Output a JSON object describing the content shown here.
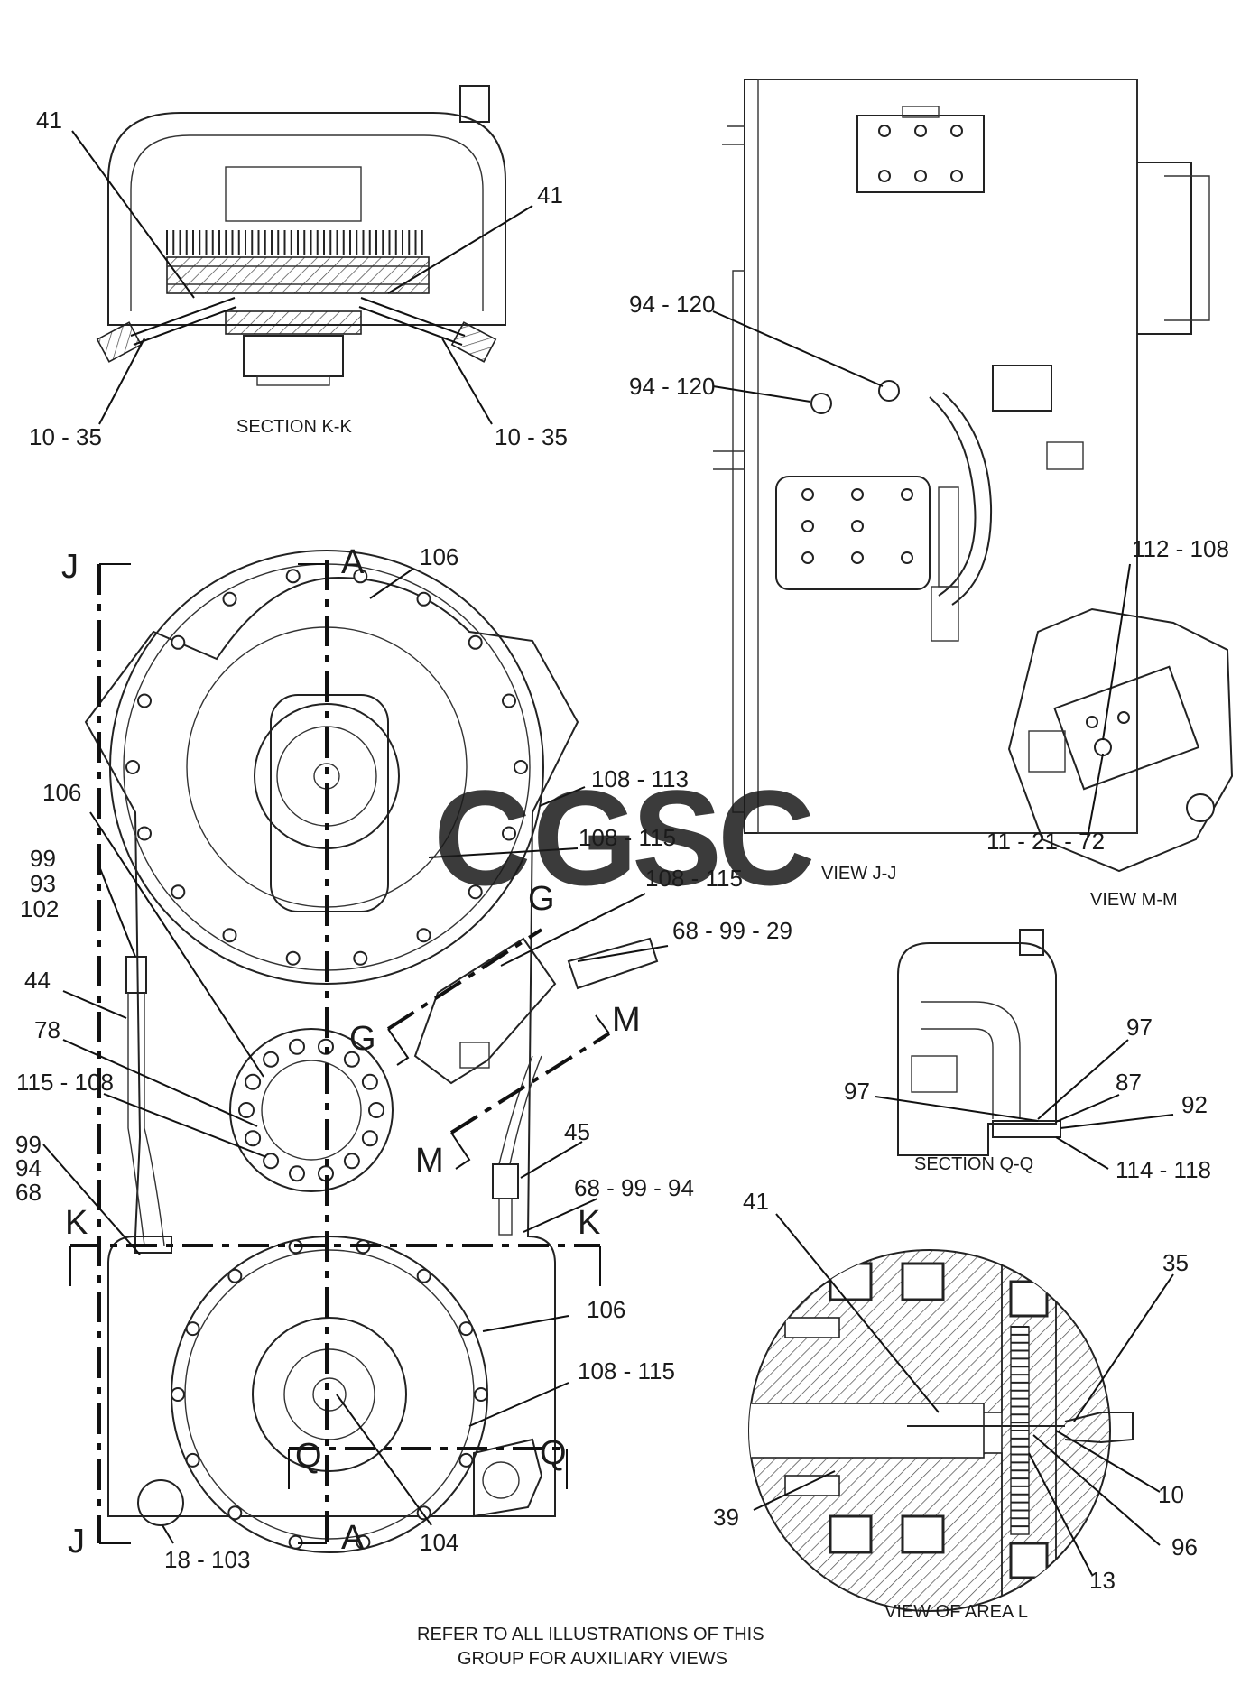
{
  "views": {
    "section_kk": {
      "caption": "SECTION K-K",
      "callouts": [
        "41",
        "41",
        "10 - 35",
        "10 - 35"
      ]
    },
    "view_jj": {
      "caption": "VIEW J-J",
      "callouts": [
        "94 - 120",
        "94 - 120"
      ]
    },
    "view_mm": {
      "caption": "VIEW M-M",
      "callouts": [
        "112 - 108",
        "11 - 21 - 72"
      ]
    },
    "section_qq": {
      "caption": "SECTION Q-Q",
      "callouts": [
        "97",
        "97",
        "87",
        "92",
        "114 - 118"
      ]
    },
    "view_area_l": {
      "caption": "VIEW OF AREA L",
      "callouts": [
        "41",
        "35",
        "10",
        "96",
        "13",
        "39"
      ]
    },
    "main_view": {
      "callouts": [
        "106",
        "108 - 113",
        "106",
        "108 - 115",
        "108 - 115",
        "99",
        "93",
        "102",
        "68 - 99 - 29",
        "44",
        "78",
        "115 - 108",
        "99",
        "94",
        "68",
        "45",
        "68 - 99 - 94",
        "106",
        "108 - 115",
        "18 - 103",
        "104"
      ],
      "section_letters": [
        "J",
        "J",
        "A",
        "A",
        "G",
        "G",
        "M",
        "M",
        "K",
        "K",
        "Q",
        "Q"
      ]
    }
  },
  "watermark": {
    "letters": [
      "C",
      "G",
      "S",
      "C"
    ],
    "colors": [
      "#4f8df0",
      "#ef6f6c",
      "#f5c94b",
      "#3aad78"
    ]
  },
  "footer_note": {
    "line1": "REFER TO ALL ILLUSTRATIONS OF THIS",
    "line2": "GROUP FOR AUXILIARY VIEWS"
  }
}
